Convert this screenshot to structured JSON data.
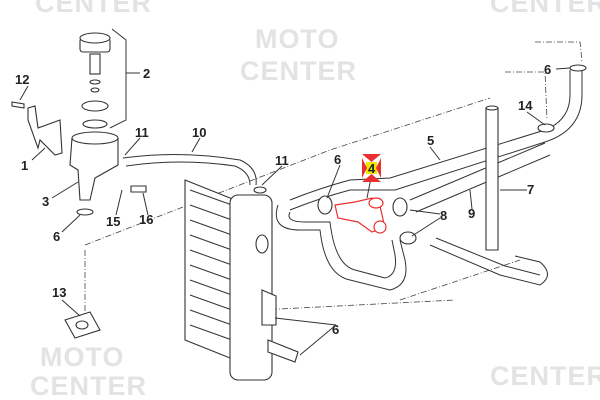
{
  "diagram": {
    "watermark": {
      "line1": "MOTO",
      "line2": "CENTER"
    },
    "highlighted_part": "4",
    "colors": {
      "highlight": "#e83030",
      "marker": "#f2e600",
      "watermark": "#e3e3e6"
    },
    "callouts": {
      "c12": "12",
      "c2": "2",
      "c1": "1",
      "c3": "3",
      "c6a": "6",
      "c15": "15",
      "c16": "16",
      "c11a": "11",
      "c10": "10",
      "c11b": "11",
      "c6b": "6",
      "c4": "4",
      "c5": "5",
      "c7": "7",
      "c9": "9",
      "c8": "8",
      "c14": "14",
      "c6c": "6",
      "c13": "13",
      "c6d": "6"
    }
  }
}
